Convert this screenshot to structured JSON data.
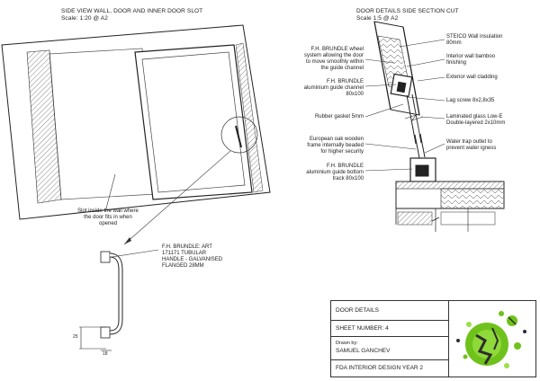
{
  "left_view": {
    "title": "SIDE VIEW WALL, DOOR AND INNER DOOR SLOT",
    "scale": "Scale: 1:20 @ A2",
    "slot_note": "Slot inside the wall where the door fits in when opened",
    "slot_note_lines": [
      "Slot inside the wall where",
      "the door fits in when",
      "opened"
    ],
    "handle_note_lines": [
      "F.H. BRUNDLE: ART",
      "171171 TUBULAR",
      "HANDLE - GALVANISED",
      "FLANGED 28MM"
    ],
    "dim_small_1": "25",
    "dim_small_2": "18"
  },
  "right_view": {
    "title": "DOOR DETAILS SIDE SECTION CUT",
    "scale": "Scale 1:5 @ A2",
    "labels": {
      "steico": [
        "STEICO Wall insulation",
        "80mm"
      ],
      "wheel": [
        "F.H. BRUNDLE wheel",
        "system allowing the door",
        "to move smoothly within",
        "the guide channel"
      ],
      "bamboo": [
        "Interior wall bamboo",
        "finishing"
      ],
      "cladding": [
        "Exterior wall cladding"
      ],
      "guide_top": [
        "F.H. BRUNDLE",
        "aluminium guide channel",
        "80x100"
      ],
      "lag": [
        "Lag screw 8x2,8x35"
      ],
      "gasket": [
        "Rubber gasket 5mm"
      ],
      "glass": [
        "Laminated glass Low-E",
        "Double-layered 2x10mm"
      ],
      "oak": [
        "European oak wooden",
        "frame internally beaded",
        "for higher security"
      ],
      "water": [
        "Water trap outlet to",
        "prevent water igness"
      ],
      "guide_bottom": [
        "F.H. BRUNDLE",
        "aluminium guide bottom",
        "track 80x100"
      ]
    }
  },
  "title_block": {
    "door_details": "DOOR DETAILS",
    "sheet_number": "SHEET NUMBER: 4",
    "drawn_by_label": "Drawn by:",
    "author": "SAMUEL GANCHEV",
    "course": "FDA INTERIOR DESIGN YEAR 2",
    "logo_icon": "green-plant-logo-icon"
  },
  "colors": {
    "line": "#222222",
    "logo_green": "#6fc21b",
    "logo_dark": "#2d2d2d"
  }
}
